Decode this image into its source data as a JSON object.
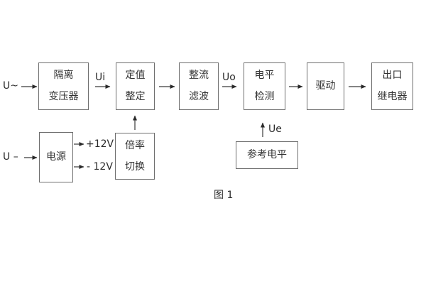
{
  "diagram": {
    "caption": "图 1",
    "labels": {
      "input_ac": "U~",
      "input_dc": "U –",
      "ui": "Ui",
      "uo": "Uo",
      "ue": "Ue",
      "plus12": "+12V",
      "minus12": "- 12V"
    },
    "boxes": {
      "isolation_transformer": {
        "line1": "隔离",
        "line2": "变压器"
      },
      "setpoint_adjust": {
        "line1": "定值",
        "line2": "整定"
      },
      "rectify_filter": {
        "line1": "整流",
        "line2": "滤波"
      },
      "level_detect": {
        "line1": "电平",
        "line2": "检测"
      },
      "drive": {
        "line1": "驱动"
      },
      "output_relay": {
        "line1": "出口",
        "line2": "继电器"
      },
      "power_supply": {
        "line1": "电源"
      },
      "ratio_switch": {
        "line1": "倍率",
        "line2": "切换"
      },
      "reference_level": {
        "line1": "参考电平"
      }
    },
    "colors": {
      "background": "#ffffff",
      "border": "#6e6e6e",
      "line": "#3a3a3a",
      "text": "#2b2b2b"
    }
  }
}
